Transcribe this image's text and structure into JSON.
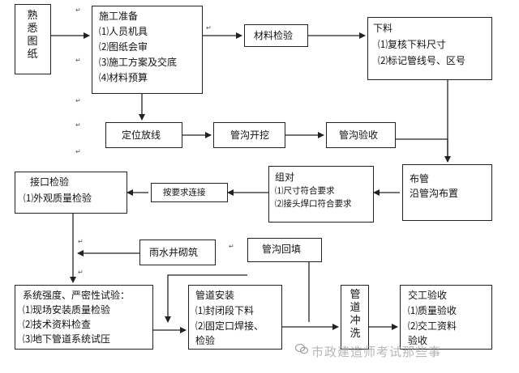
{
  "nodes": {
    "familiarize": "熟悉图纸",
    "prep": {
      "title": "施工准备",
      "items": [
        "⑴人员机具",
        "⑵图纸会审",
        "⑶施工方案及交底",
        "⑷材料预算"
      ]
    },
    "material_check": "材料检验",
    "cut": {
      "title": "下料",
      "items": [
        "⑴复核下料尺寸",
        "⑵标记管线号、区号"
      ]
    },
    "positioning": "定位放线",
    "trench_dig": "管沟开挖",
    "trench_accept": "管沟验收",
    "lay_pipe": {
      "title": "布管",
      "items": [
        "沿管沟布置"
      ]
    },
    "assembly": {
      "title": "组对",
      "items": [
        "⑴尺寸符合要求",
        "⑵接头焊口符合要求"
      ]
    },
    "connect": "按要求连接",
    "joint_check": {
      "title": "接口检验",
      "items": [
        "⑴外观质量检验"
      ]
    },
    "manhole": "雨水井砌筑",
    "backfill": "管沟回填",
    "system_test": {
      "title": "系统强度、严密性试验：",
      "items": [
        "⑴现场安装质量检验",
        "⑵技术资料检查",
        "⑶地下管道系统试压"
      ]
    },
    "pipe_install": {
      "title": "管道安装",
      "items": [
        "⑴封闭段下料",
        "⑵固定口焊接、",
        "检验"
      ]
    },
    "flush": "管道冲洗",
    "handover": {
      "title": "交工验收",
      "items": [
        "⑴质量验收",
        "⑵交工资料",
        "验收"
      ]
    }
  },
  "para_mark": "↵",
  "watermark": "市政建造师考试那些事"
}
